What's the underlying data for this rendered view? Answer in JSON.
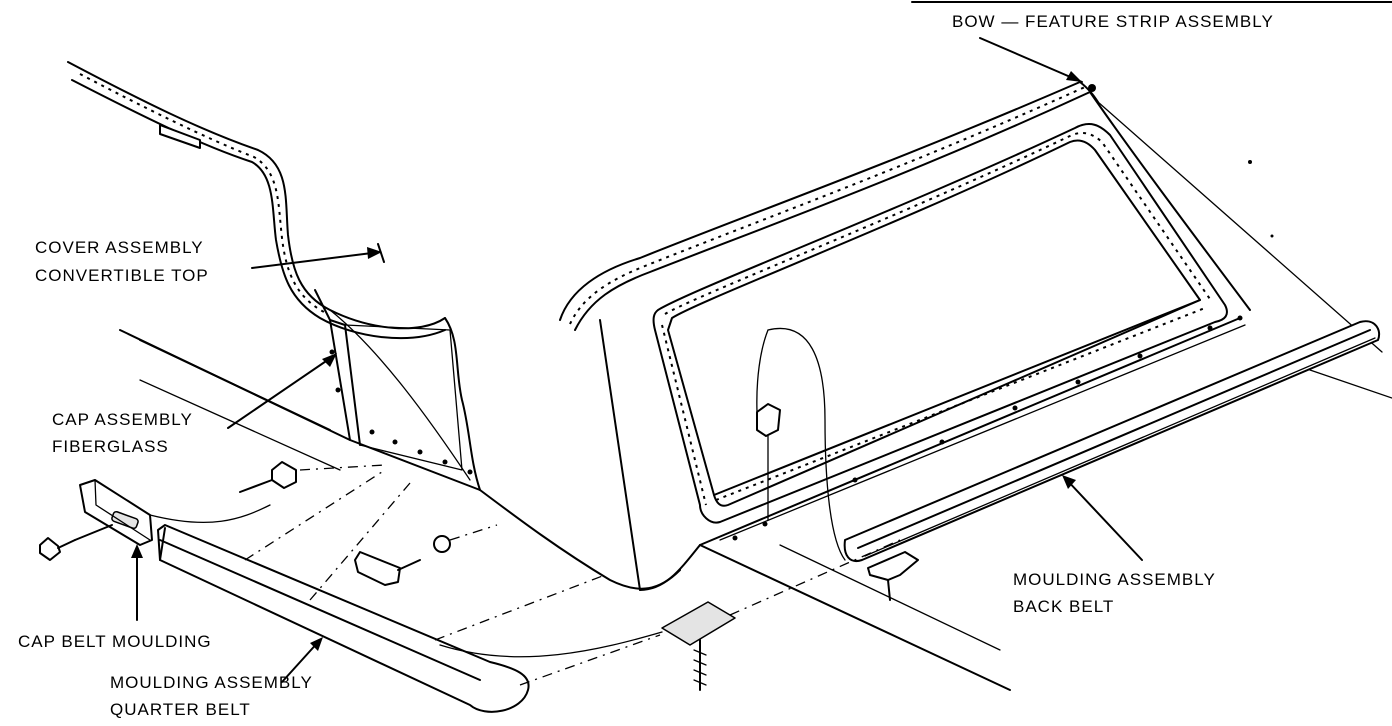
{
  "labels": {
    "bow_feature_strip": "BOW — FEATURE STRIP ASSEMBLY",
    "cover_line1": "COVER ASSEMBLY",
    "cover_line2": "CONVERTIBLE TOP",
    "cap_line1": "CAP ASSEMBLY",
    "cap_line2": "FIBERGLASS",
    "cap_belt_moulding": "CAP BELT MOULDING",
    "quarter_line1": "MOULDING ASSEMBLY",
    "quarter_line2": "QUARTER BELT",
    "back_line1": "MOULDING ASSEMBLY",
    "back_line2": "BACK BELT"
  }
}
